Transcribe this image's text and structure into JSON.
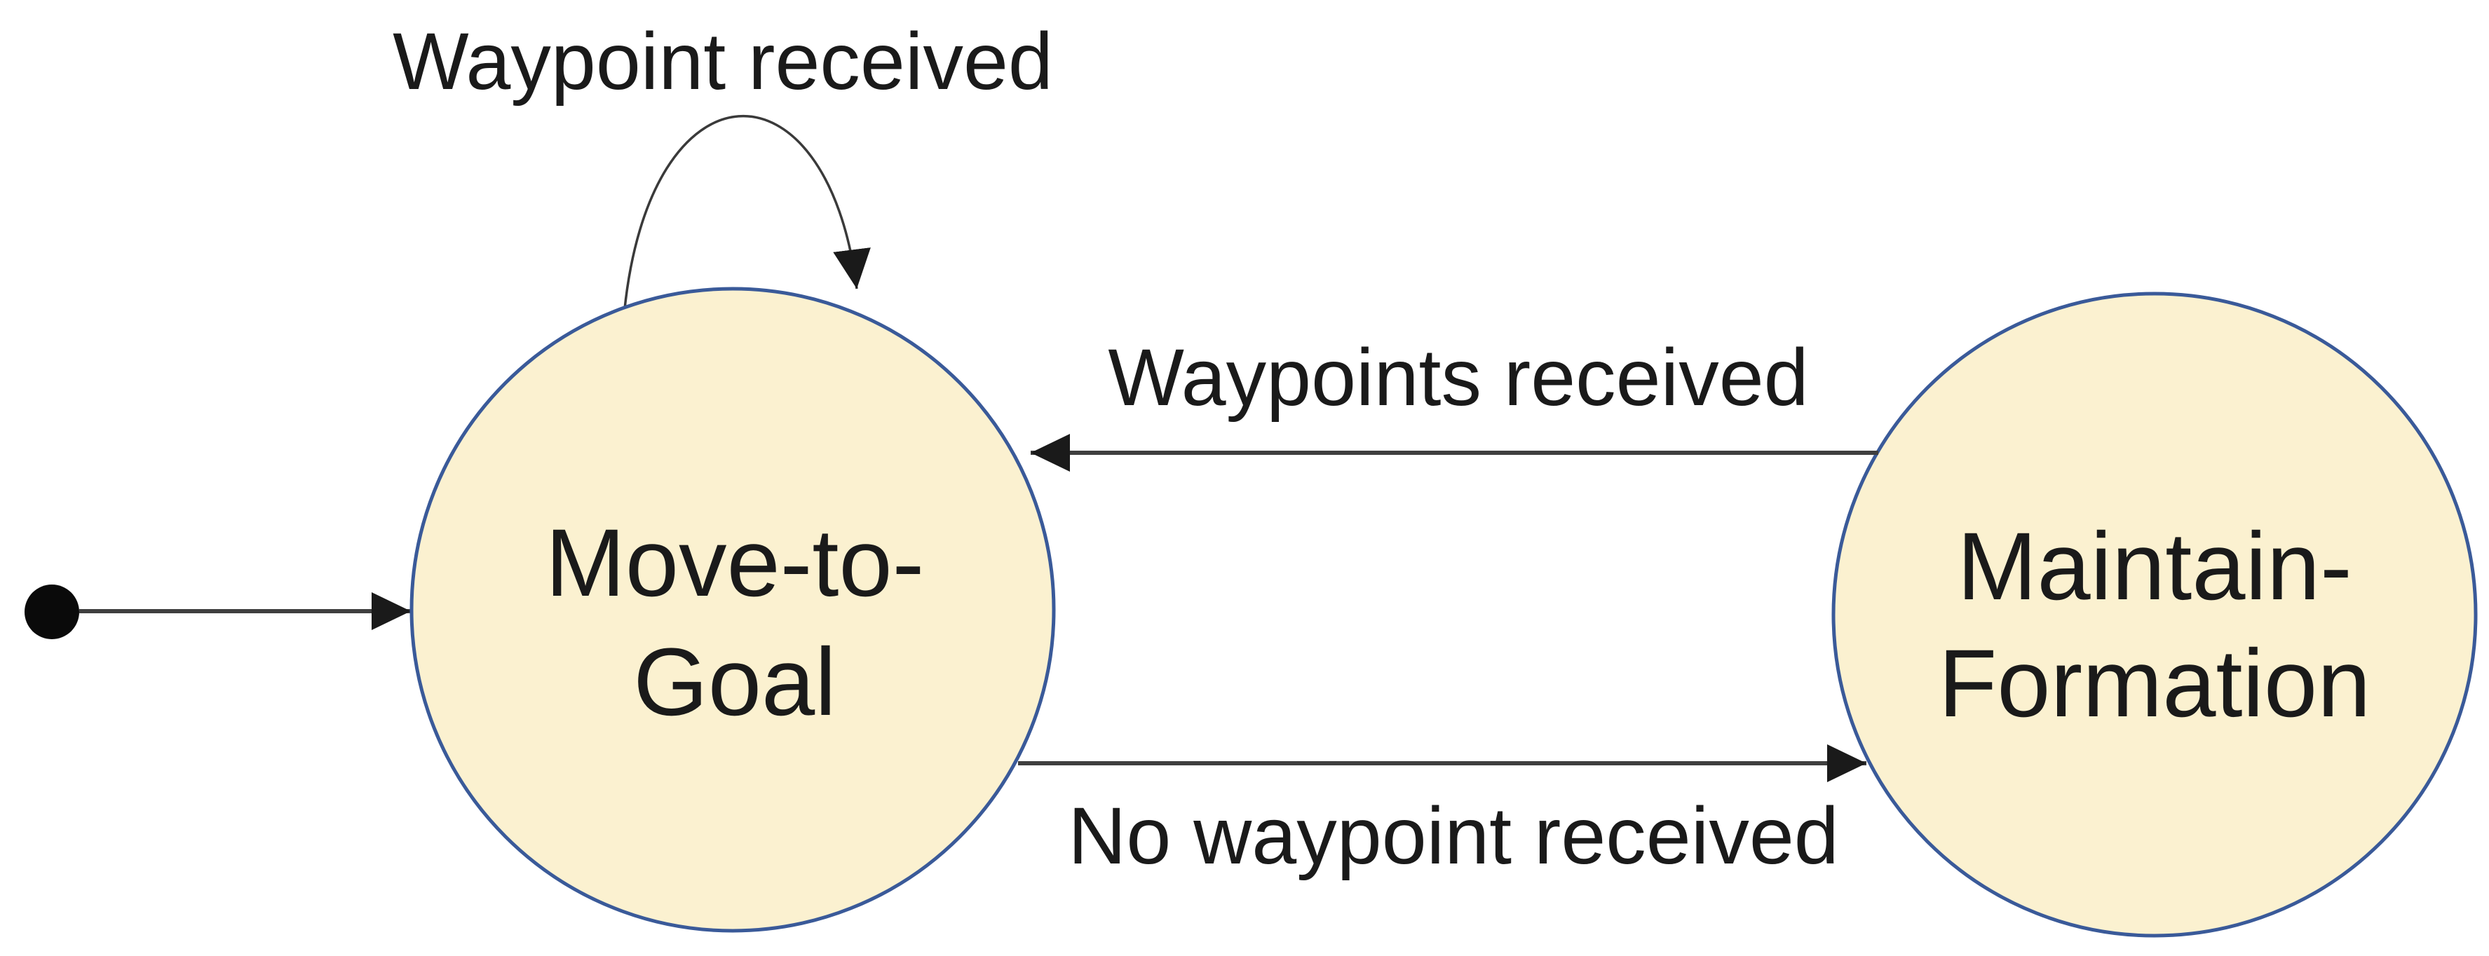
{
  "diagram": {
    "kind": "finite-state-machine",
    "colors": {
      "background": "#FFFFFF",
      "state_fill": "#FBF1D0",
      "state_border": "#3A5A99",
      "line": "#3F3F3F",
      "arrowhead": "#1A1A1A",
      "text": "#1A1A1A",
      "initial_dot": "#0A0A0A"
    },
    "initial_state": {
      "symbol": "filled-dot"
    },
    "states": [
      {
        "id": "move-to-goal",
        "line1": "Move-to-",
        "line2": "Goal"
      },
      {
        "id": "maintain-formation",
        "line1": "Maintain-",
        "line2": "Formation"
      }
    ],
    "transitions": [
      {
        "from": "initial",
        "to": "move-to-goal",
        "label": ""
      },
      {
        "from": "move-to-goal",
        "to": "move-to-goal",
        "label": "Waypoint received"
      },
      {
        "from": "maintain-formation",
        "to": "move-to-goal",
        "label": "Waypoints received"
      },
      {
        "from": "move-to-goal",
        "to": "maintain-formation",
        "label": "No waypoint received"
      }
    ]
  }
}
